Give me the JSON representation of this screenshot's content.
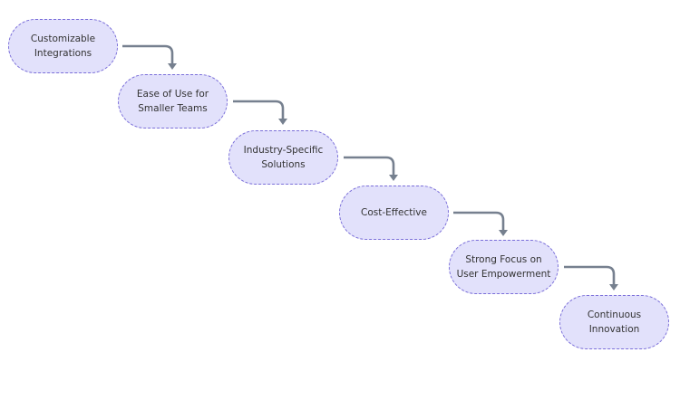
{
  "flow": {
    "steps": [
      {
        "label": "Customizable Integrations"
      },
      {
        "label": "Ease of Use for Smaller Teams"
      },
      {
        "label": "Industry-Specific Solutions"
      },
      {
        "label": "Cost-Effective"
      },
      {
        "label": "Strong Focus on User Empowerment"
      },
      {
        "label": "Continuous Innovation"
      }
    ]
  },
  "colors": {
    "node_fill": "#e2e1fb",
    "node_border": "#7b6fd9",
    "connector": "#76808f",
    "text": "#333333"
  }
}
